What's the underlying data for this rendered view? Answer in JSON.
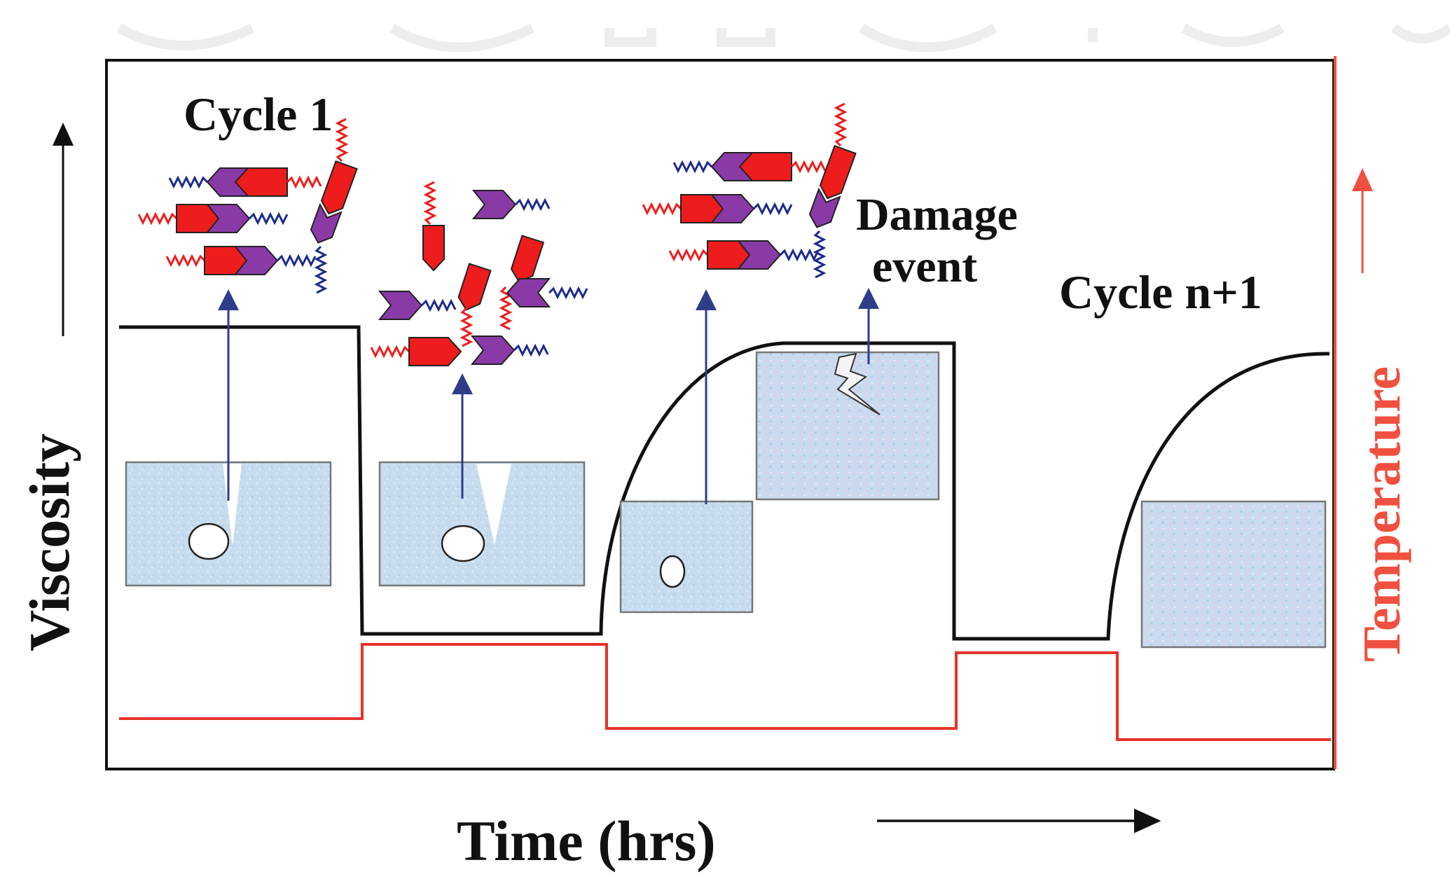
{
  "labels": {
    "cycle1": "Cycle 1",
    "damage_line1": "Damage",
    "damage_line2": "event",
    "cycle_n1": "Cycle n+1",
    "x_axis": "Time (hrs)",
    "y_axis_left": "Viscosity",
    "y_axis_right": "Temperature"
  },
  "colors": {
    "frame": "#111111",
    "viscosity_curve": "#111111",
    "temperature_curve": "#e63329",
    "temperature_axis": "#f05040",
    "block_fill": "#c8dcee",
    "block_fill_pink": "#d4d0ea",
    "arrow": "#2e3c8a",
    "monomer_red": "#ee1c1c",
    "monomer_purple": "#8a3aa6",
    "chain_blue": "#1c2a8a"
  },
  "icons": [
    "crack-icon",
    "void-icon",
    "molecule-icon"
  ]
}
